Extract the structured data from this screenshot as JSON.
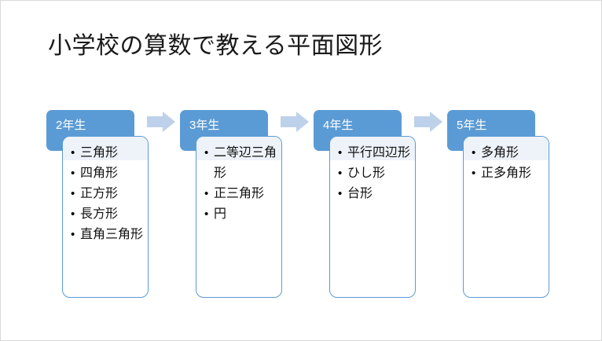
{
  "slide": {
    "title": "小学校の算数で教える平面図形",
    "accent_color": "#5B9BD5",
    "arrow_color": "#BDD1EA",
    "card_tint_color": "#EEF3FA",
    "background_color": "#FFFFFF",
    "text_color": "#111111"
  },
  "columns": [
    {
      "header": "2年生",
      "items": [
        "三角形",
        "四角形",
        "正方形",
        "長方形",
        "直角三角形"
      ]
    },
    {
      "header": "3年生",
      "items": [
        "二等辺三角形",
        "正三角形",
        "円"
      ]
    },
    {
      "header": "4年生",
      "items": [
        "平行四辺形",
        "ひし形",
        "台形"
      ]
    },
    {
      "header": "5年生",
      "items": [
        "多角形",
        "正多角形"
      ]
    }
  ],
  "arrows": [
    {
      "name": "arrow-1-to-2"
    },
    {
      "name": "arrow-2-to-3"
    },
    {
      "name": "arrow-3-to-4"
    }
  ]
}
